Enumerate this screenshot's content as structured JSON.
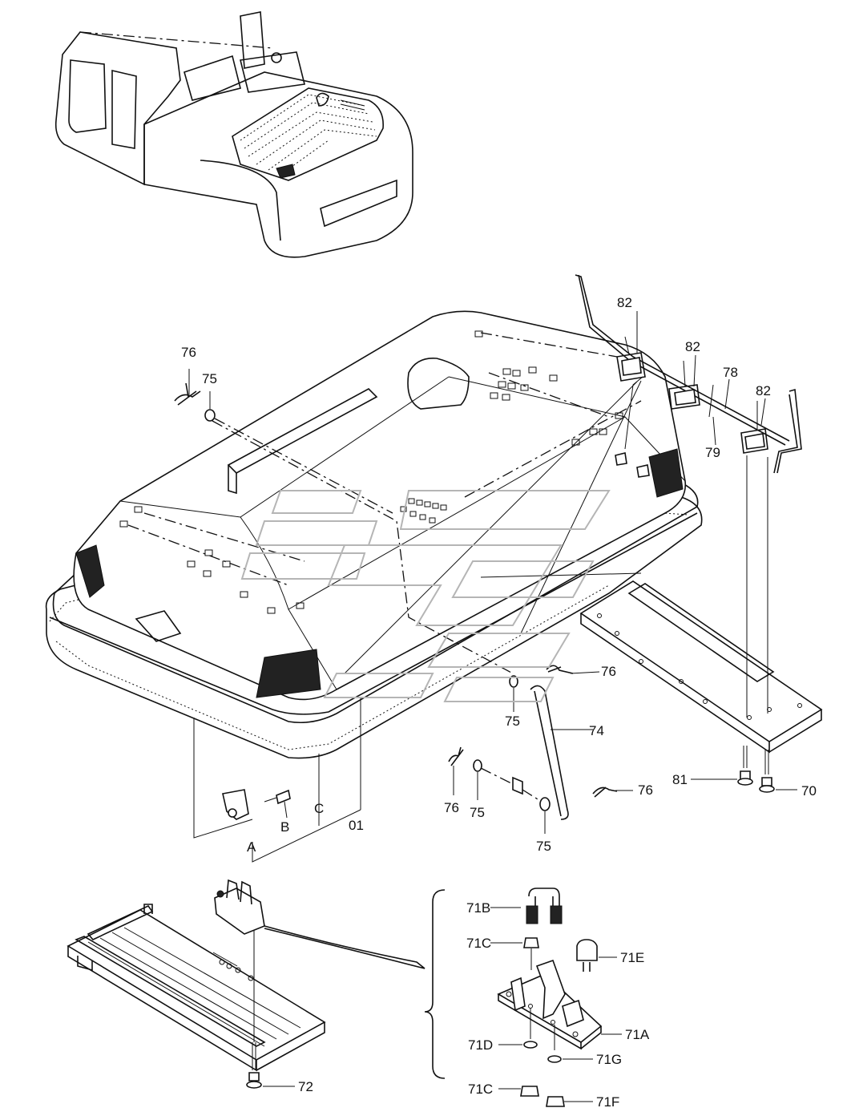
{
  "labels": {
    "p82a": "82",
    "p82b": "82",
    "p82c": "82",
    "p78": "78",
    "p79": "79",
    "p76a": "76",
    "p75a": "75",
    "p76b": "76",
    "p75b": "75",
    "p74": "74",
    "p76c": "76",
    "p75c": "75",
    "p76d": "76",
    "p75d": "75",
    "p81": "81",
    "p70": "70",
    "pA": "A",
    "pB": "B",
    "pC": "C",
    "p01": "01",
    "p72": "72",
    "p71B": "71B",
    "p71C_top": "71C",
    "p71E": "71E",
    "p71A": "71A",
    "p71D": "71D",
    "p71G": "71G",
    "p71C_bot": "71C",
    "p71F": "71F"
  }
}
